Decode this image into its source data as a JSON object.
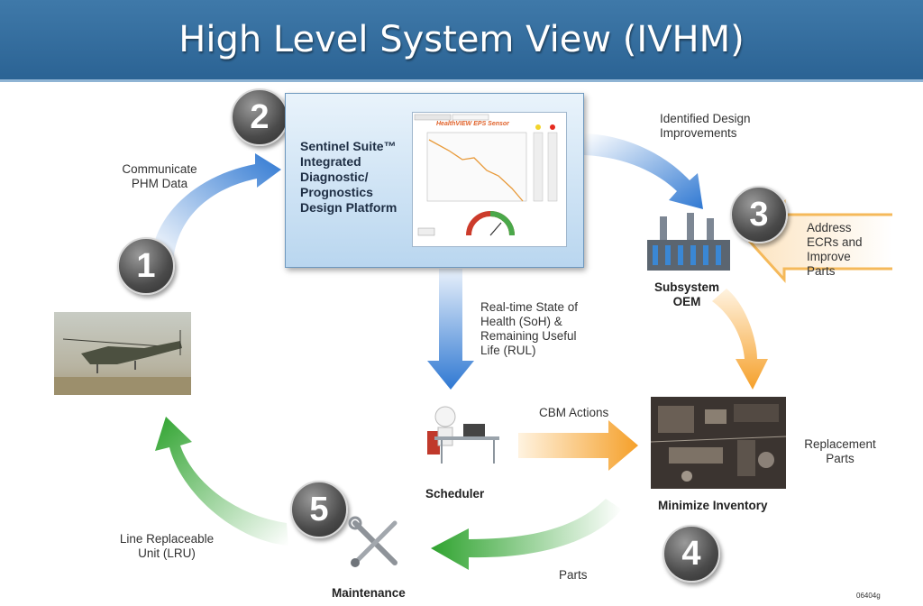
{
  "title": "High Level System View (IVHM)",
  "suite": {
    "title": "Sentinel Suite™ Integrated Diagnostic/ Prognostics Design Platform",
    "screen_title": "HealthVIEW EPS Sensor"
  },
  "labels": {
    "communicate": "Communicate PHM Data",
    "identified": "Identified Design Improvements",
    "address": "Address ECRs and Improve Parts",
    "subsystem": "Subsystem OEM",
    "realtime": "Real-time State of Health (SoH) & Remaining Useful Life (RUL)",
    "cbm": "CBM Actions",
    "replacement": "Replacement Parts",
    "scheduler": "Scheduler",
    "inventory": "Minimize Inventory",
    "parts": "Parts",
    "lru": "Line Replaceable Unit (LRU)",
    "maintenance": "Maintenance",
    "stamp": "06404g"
  },
  "steps": [
    "1",
    "2",
    "3",
    "4",
    "5"
  ],
  "colors": {
    "header": "#2f6a9c",
    "blue_arrow": "#3b7fd0",
    "orange_arrow": "#f5a63a",
    "green_arrow": "#3fae3f"
  }
}
